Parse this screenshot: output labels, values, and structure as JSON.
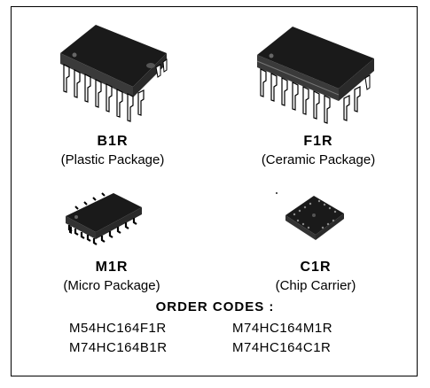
{
  "packages": [
    {
      "code": "B1R",
      "description": "(Plastic Package)",
      "icon": "dip-plastic-chip"
    },
    {
      "code": "F1R",
      "description": "(Ceramic Package)",
      "icon": "dip-ceramic-chip"
    },
    {
      "code": "M1R",
      "description": "(Micro Package)",
      "icon": "soic-chip"
    },
    {
      "code": "C1R",
      "description": "(Chip Carrier)",
      "icon": "plcc-chip"
    }
  ],
  "order_codes": {
    "title": "ORDER CODES :",
    "codes": [
      "M54HC164F1R",
      "M74HC164M1R",
      "M74HC164B1R",
      "M74HC164C1R"
    ]
  }
}
